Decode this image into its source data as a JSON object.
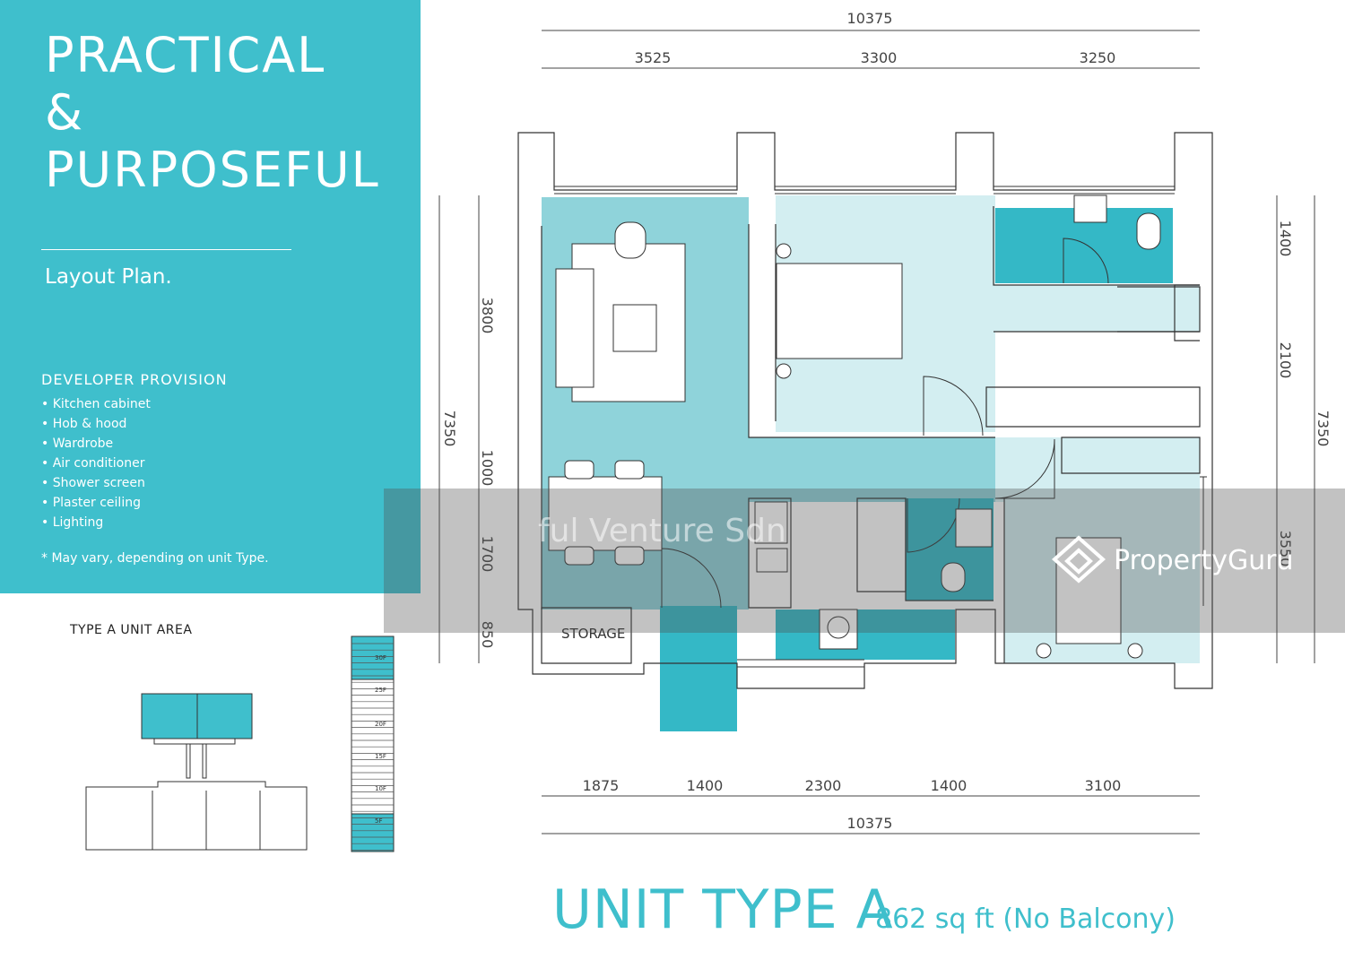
{
  "panel": {
    "headline_line1": "PRACTICAL",
    "headline_line2": "& PURPOSEFUL",
    "layout_label": "Layout Plan.",
    "provision_title": "DEVELOPER PROVISION",
    "provisions": [
      "Kitchen cabinet",
      "Hob & hood",
      "Wardrobe",
      "Air conditioner",
      "Shower screen",
      "Plaster ceiling",
      "Lighting"
    ],
    "note": "* May vary, depending on unit Type."
  },
  "key_plan": {
    "title": "TYPE A UNIT AREA",
    "floors": [
      "30F",
      "25F",
      "20F",
      "15F",
      "10F",
      "5F"
    ]
  },
  "plan": {
    "room_label_storage": "STORAGE",
    "dims_top_total": "10375",
    "dims_top": [
      "3525",
      "3300",
      "3250"
    ],
    "dims_bottom": [
      "1875",
      "1400",
      "2300",
      "1400",
      "3100"
    ],
    "dims_bottom_total": "10375",
    "dims_left_total": "7350",
    "dims_left": [
      "3800",
      "1000",
      "1700",
      "850"
    ],
    "dims_right_total": "7350",
    "dims_right": [
      "1400",
      "2100",
      "3550"
    ]
  },
  "unit": {
    "type": "UNIT TYPE A",
    "area": "862 sq ft  (No Balcony)"
  },
  "watermark": {
    "text": "ful Venture Sdn",
    "brand": "PropertyGuru"
  },
  "colors": {
    "accent": "#3fbfcc",
    "living_fill": "#8fd3da",
    "light_fill": "#d3eef1",
    "wet_fill": "#34b8c6"
  }
}
